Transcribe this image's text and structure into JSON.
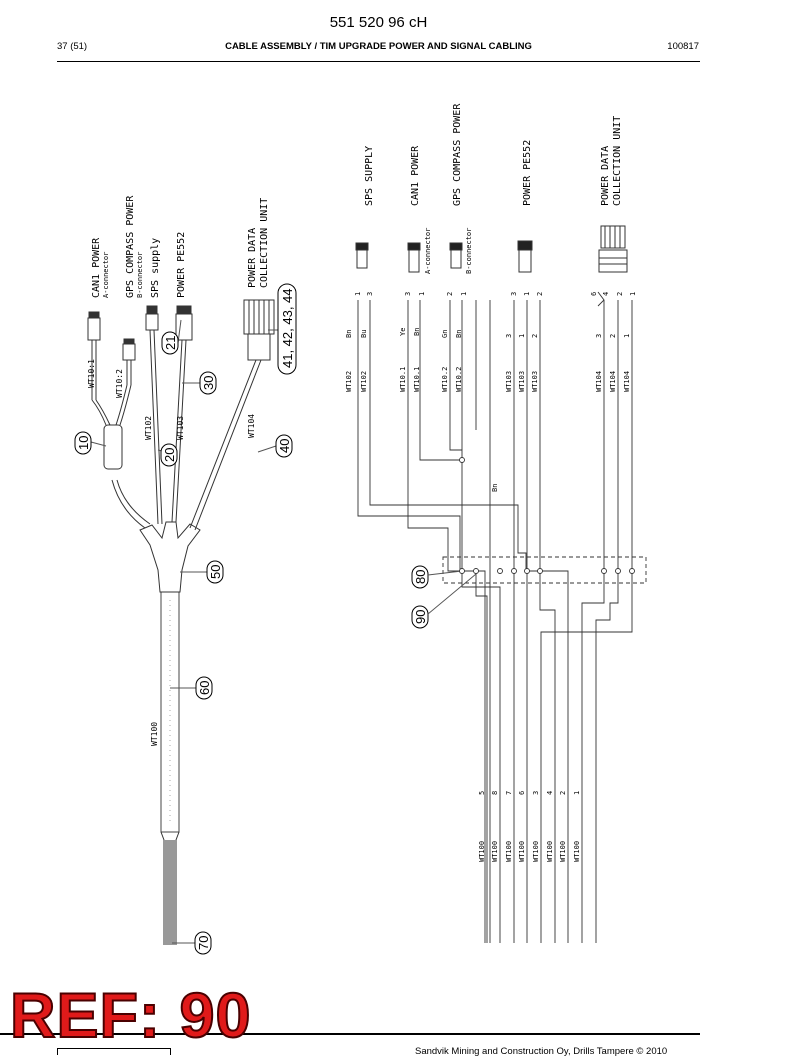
{
  "header": {
    "doc_number": "551 520 96 cH",
    "page": "37 (51)",
    "title": "CABLE ASSEMBLY / TIM UPGRADE POWER AND SIGNAL CABLING",
    "code": "100817"
  },
  "left_labels": {
    "can1_power": "CAN1 POWER",
    "a_connector": "A-connector",
    "gps_compass_power": "GPS COMPASS POWER",
    "b_connector": "B-connector",
    "sps_supply": "SPS supply",
    "power_pe552": "POWER PE552",
    "pdcu_line1": "POWER DATA",
    "pdcu_line2": "COLLECTION UNIT",
    "wt10_1": "WT10:1",
    "wt10_2": "WT10:2",
    "wt102": "WT102",
    "wt103": "WT103",
    "wt104": "WT104",
    "wt100": "WT100"
  },
  "callouts": {
    "c10": "10",
    "c20": "20",
    "c21": "21",
    "c30": "30",
    "c40": "40",
    "c41": "41, 42, 43, 44",
    "c50": "50",
    "c60": "60",
    "c70": "70",
    "c80": "80",
    "c90": "90"
  },
  "right_labels": {
    "sps_supply": "SPS SUPPLY",
    "can1_power": "CAN1 POWER",
    "gps_compass_power": "GPS COMPASS POWER",
    "power_pe552": "POWER PE552",
    "pdcu_line1": "POWER DATA",
    "pdcu_line2": "COLLECTION UNIT",
    "a_connector": "A-connector",
    "b_connector": "B-connector",
    "bn_label": "Bn"
  },
  "pins": {
    "sps": [
      "1",
      "3"
    ],
    "can1": [
      "3",
      "1"
    ],
    "gps": [
      "2",
      "1"
    ],
    "pe552": [
      "3",
      "1",
      "2"
    ],
    "pdcu": [
      "6",
      "4",
      "2",
      "1"
    ]
  },
  "wire_colors": {
    "sps": [
      "Bn",
      "Bu"
    ],
    "can1": [
      "Ye",
      "Bn"
    ],
    "gps": [
      "Gn",
      "Bn"
    ]
  },
  "wire_numbers": {
    "pe552": [
      "3",
      "1",
      "2"
    ],
    "pdcu": [
      "3",
      "2",
      "1"
    ]
  },
  "wire_ids": {
    "sps": [
      "WT102",
      "WT102"
    ],
    "can1": [
      "WT10.1",
      "WT10.1"
    ],
    "gps": [
      "WT10.2",
      "WT10.2"
    ],
    "pe552": [
      "WT103",
      "WT103",
      "WT103"
    ],
    "pdcu": [
      "WT104",
      "WT104",
      "WT104"
    ]
  },
  "bottom_wires": {
    "nums": [
      "5",
      "8",
      "7",
      "6",
      "3",
      "4",
      "2",
      "1"
    ],
    "ids": [
      "WT100",
      "WT100",
      "WT100",
      "WT100",
      "WT100",
      "WT100",
      "WT100",
      "WT100"
    ]
  },
  "footer": {
    "ref": "REF: 90",
    "copyright": "Sandvik Mining and Construction Oy, Drills Tampere © 2010"
  }
}
